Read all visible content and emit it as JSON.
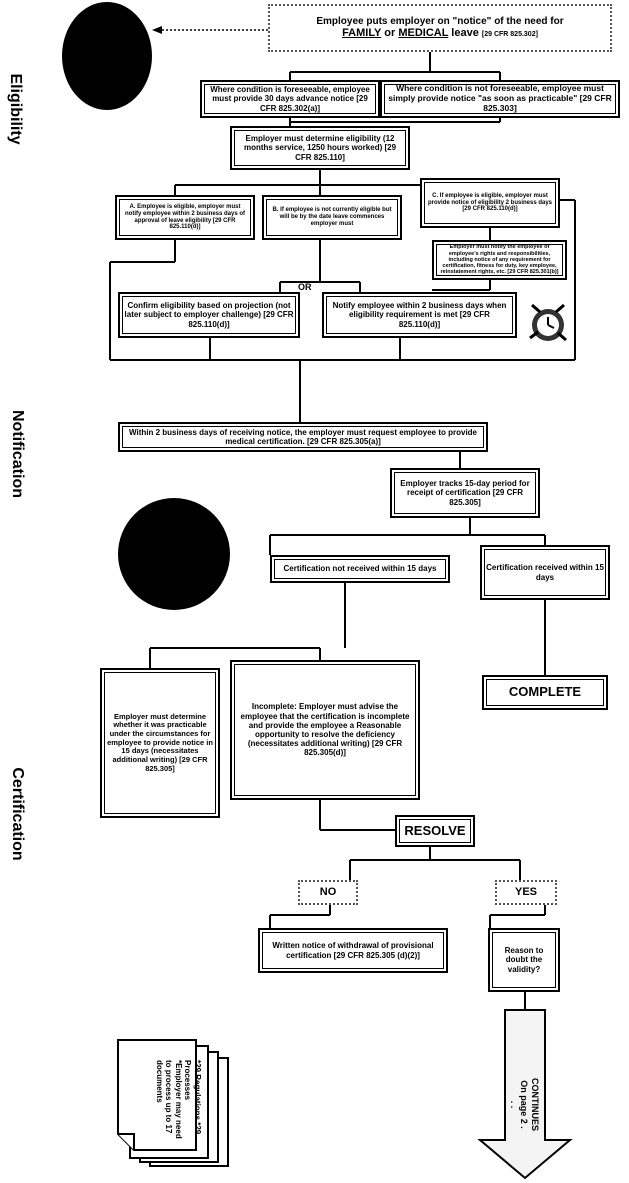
{
  "sections": {
    "eligibility": "Eligibility",
    "notification": "Notification",
    "certification": "Certification"
  },
  "eligibility": {
    "notice_line1": "Employee puts employer on \"notice\" of the need for",
    "notice_family": "FAMILY",
    "notice_or": "or",
    "notice_medical": "MEDICAL",
    "notice_rest": "leave",
    "notice_cite": "[29 CFR 825.302]",
    "foreseeable": "Where condition is foreseeable, employee must provide 30 days advance notice [29 CFR 825.302(a)]",
    "not_foreseeable": "Where condition is not foreseeable, employee must simply provide notice \"as soon as practicable\" [29 CFR 825.303]",
    "determine": "Employer must determine eligibility (12 months service, 1250 hours worked) [29 CFR 825.110]",
    "branch_a": "A. Employee is eligible, employer must notify employee within 2 business days of approval of leave eligibility [29 CFR 825.110(d)]",
    "branch_b": "B. If employee is not currently eligible but will be by the date leave commences employer must",
    "branch_c": "C. If employee is eligible, employer must provide notice of eligibility 2 business days [29 CFR 825.110(d)]",
    "inform": "Employer must notify the employee of employee's rights and responsibilities, including notice of any requirement for certification, fitness for duty, key employee, reinstatement rights, etc. [29 CFR 825.301(b)]",
    "or_label": "OR",
    "confirm": "Confirm eligibility based on projection (not later subject to employer challenge) [29 CFR 825.110(d)]",
    "notify": "Notify employee within 2 business days when eligibility requirement is met [29 CFR 825.110(d)]"
  },
  "notification": {
    "request": "Within 2 business days of receiving notice, the employer must request employee to provide medical certification. [29 CFR 825.305(a)]",
    "tracks": "Employer tracks 15-day period for receipt of certification [29 CFR 825.305]"
  },
  "certification": {
    "not_received": "Certification not received within 15 days",
    "received": "Certification received within 15 days",
    "complete": "COMPLETE",
    "practicable": "Employer must determine whether it was practicable under the circumstances for employee to provide notice in 15 days (necessitates additional writing) [29 CFR 825.305]",
    "incomplete": "Incomplete: Employer must advise the employee that the certification is incomplete and provide the employee a Reasonable opportunity to resolve the deficiency (necessitates additional writing) [29 CFR 825.305(d)]",
    "resolve": "RESOLVE",
    "no": "NO",
    "yes": "YES",
    "withdrawal": "Written notice of withdrawal of provisional certification [29 CFR 825.305 (d)(2)]",
    "doubt": "Reason to doubt the validity?",
    "continues": "CONTINUES On page 2 . . .",
    "documents": "*29 Regulations *29 Processes *Employer may need to process up to 17 documents"
  },
  "icons": {
    "oval_top": "black-oval",
    "oval_mid": "black-oval",
    "clock": "clock-icon",
    "down_arrow": "down-arrow",
    "doc_stack": "document-stack-icon"
  }
}
